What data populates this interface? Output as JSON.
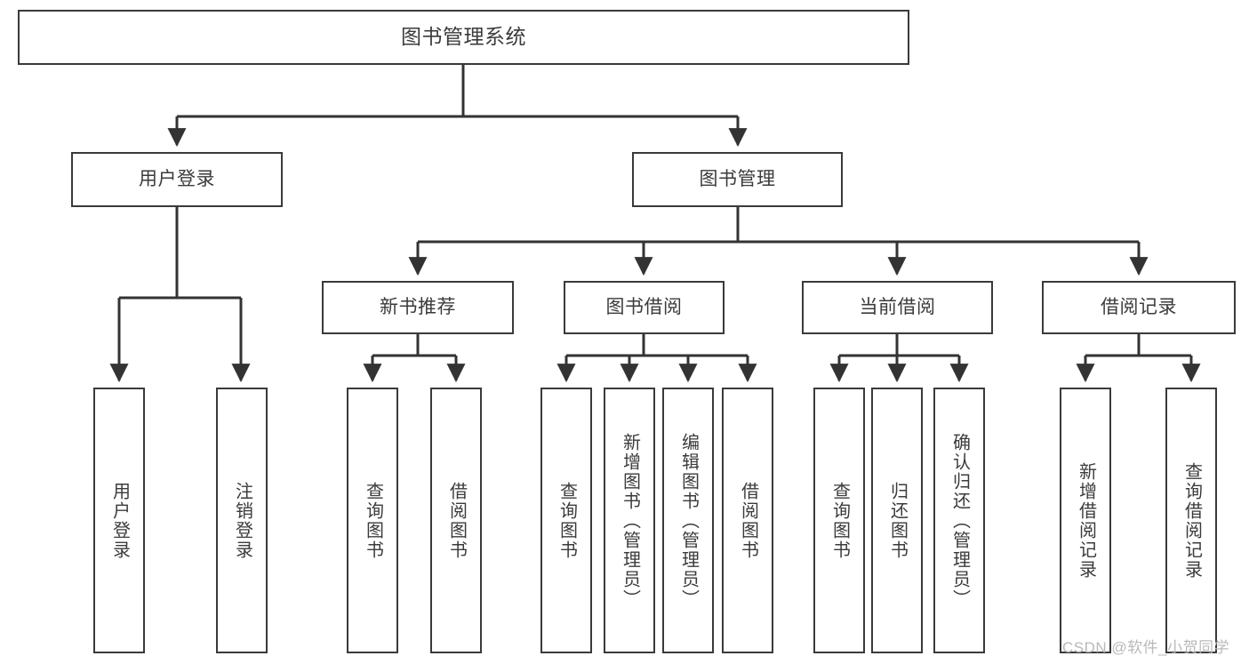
{
  "diagram": {
    "title": "图书管理系统",
    "type": "hierarchy-tree",
    "colors": {
      "box_border": "#3a3a3a",
      "box_fill": "#ffffff",
      "text": "#3b3b3b",
      "connector": "#333333",
      "watermark": "#b9b9b9",
      "background": "#ffffff"
    },
    "levels": {
      "root": {
        "label": "图书管理系统"
      },
      "level2": [
        {
          "label": "用户登录"
        },
        {
          "label": "图书管理"
        }
      ],
      "level3": [
        {
          "label": "新书推荐"
        },
        {
          "label": "图书借阅"
        },
        {
          "label": "当前借阅"
        },
        {
          "label": "借阅记录"
        }
      ],
      "leaves": {
        "user_login": [
          {
            "label": "用户登录"
          },
          {
            "label": "注销登录"
          }
        ],
        "new_book_recommend": [
          {
            "label": "查询图书"
          },
          {
            "label": "借阅图书"
          }
        ],
        "book_borrow": [
          {
            "label": "查询图书"
          },
          {
            "label": "新增图书（管理员）"
          },
          {
            "label": "编辑图书（管理员）"
          },
          {
            "label": "借阅图书"
          }
        ],
        "current_borrow": [
          {
            "label": "查询图书"
          },
          {
            "label": "归还图书"
          },
          {
            "label": "确认归还（管理员）"
          }
        ],
        "borrow_record": [
          {
            "label": "新增借阅记录"
          },
          {
            "label": "查询借阅记录"
          }
        ]
      }
    },
    "watermark": "CSDN @软件_小贺同学"
  }
}
